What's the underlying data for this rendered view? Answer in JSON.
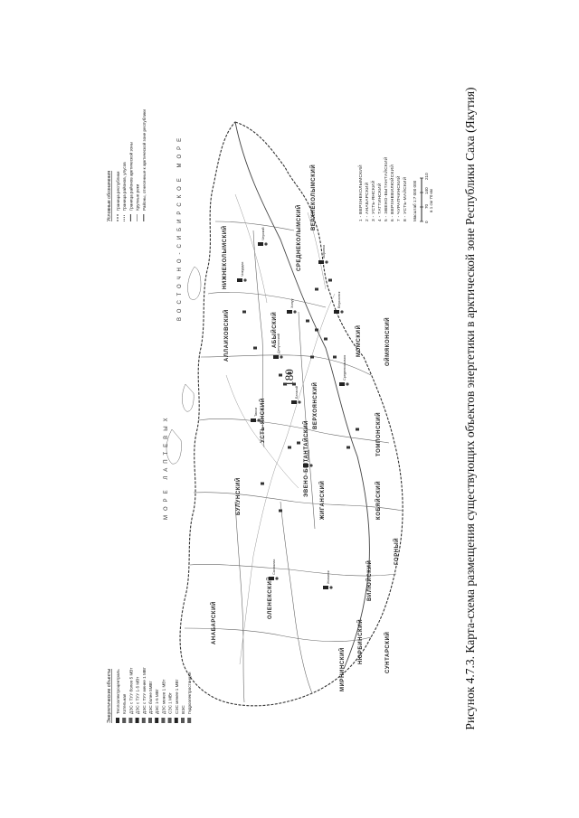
{
  "page": {
    "number": "180",
    "caption": "Рисунок 4.7.3. Карта-схема размещения существующих объектов энергетики в арктической зоне Республики Саха (Якутия)"
  },
  "map": {
    "sea_labels": [
      "МОРЕ ЛАПТЕВЫХ",
      "ВОСТОЧНО-СИБИРСКОЕ МОРЕ"
    ],
    "regions": [
      {
        "name": "АНАБАРСКИЙ"
      },
      {
        "name": "ОЛЕНЕКСКИЙ"
      },
      {
        "name": "БУЛУНСКИЙ"
      },
      {
        "name": "ЖИГАНСКИЙ"
      },
      {
        "name": "УСТЬ-ЯНСКИЙ"
      },
      {
        "name": "АЛЛАИХОВСКИЙ"
      },
      {
        "name": "НИЖНЕКОЛЫМСКИЙ"
      },
      {
        "name": "СРЕДНЕКОЛЫМСКИЙ"
      },
      {
        "name": "АБЫЙСКИЙ"
      },
      {
        "name": "ВЕРХОЯНСКИЙ"
      },
      {
        "name": "ЭВЕНО-БЫТАНТАЙСКИЙ"
      },
      {
        "name": "МОМСКИЙ"
      },
      {
        "name": "ВЕРХНЕКОЛЫМСКИЙ"
      },
      {
        "name": "ОЙМЯКОНСКИЙ"
      },
      {
        "name": "ТОМПОНСКИЙ"
      },
      {
        "name": "КОБЯЙСКИЙ"
      },
      {
        "name": "ВИЛЮЙСКИЙ"
      },
      {
        "name": "ГОРНЫЙ"
      },
      {
        "name": "НЮРБИНСКИЙ"
      },
      {
        "name": "МИРНИНСКИЙ"
      },
      {
        "name": "СУНТАРСКИЙ"
      }
    ],
    "towns": [
      "Тикси",
      "Чокурдах",
      "Черский",
      "Зырянка",
      "Батагай",
      "Депутатский",
      "Саскылах",
      "Жиганск",
      "Оленек",
      "Верхоянск",
      "Среднеколымск",
      "Хонуу"
    ]
  },
  "legend_energy": {
    "title": "Энергетические объекты",
    "items": [
      "Теплоэлектроцентраль",
      "Котельная",
      "ДЭС с ТУУ более 5 МВт",
      "ДЭС с ТУУ 1-5 МВт",
      "ДЭС с ТУУ менее 1 МВт",
      "ДЭС более 5МВт",
      "ДЭС 1-5 МВт",
      "ДЭС менее 1 МВт",
      "СЭС 1 МВт",
      "СЭС менее 1 МВт",
      "ВЭС",
      "Гидроэлектростанция"
    ]
  },
  "legend_symbols": {
    "title": "Условные обозначения",
    "items": [
      "Граница республики",
      "Граница районов, улусов",
      "Граница районов арктической зоны",
      "Крупные реки",
      "Районы, отнесенные к арктической зоне республики"
    ]
  },
  "numbered_list": [
    "1 - ВЕРХНЕКОЛЫМСКИЙ",
    "2 - АНАБАРСКИЙ",
    "3 - УСТЬ-ЯНСКИЙ",
    "4 - ТАТТИНСКИЙ",
    "5 - ЭВЕНО-БЫТАНТАЙСКИЙ",
    "6 - ВЕРХНЕВИЛЮЙСКИЙ",
    "7 - ЧУРАПЧИНСКИЙ",
    "8 - УСТЬ-МАЙСКИЙ"
  ],
  "scale": {
    "label": "Масштаб 1:7 000 000",
    "sub": "в 1 см 70 км",
    "ticks": [
      "0",
      "70",
      "140",
      "210"
    ]
  }
}
